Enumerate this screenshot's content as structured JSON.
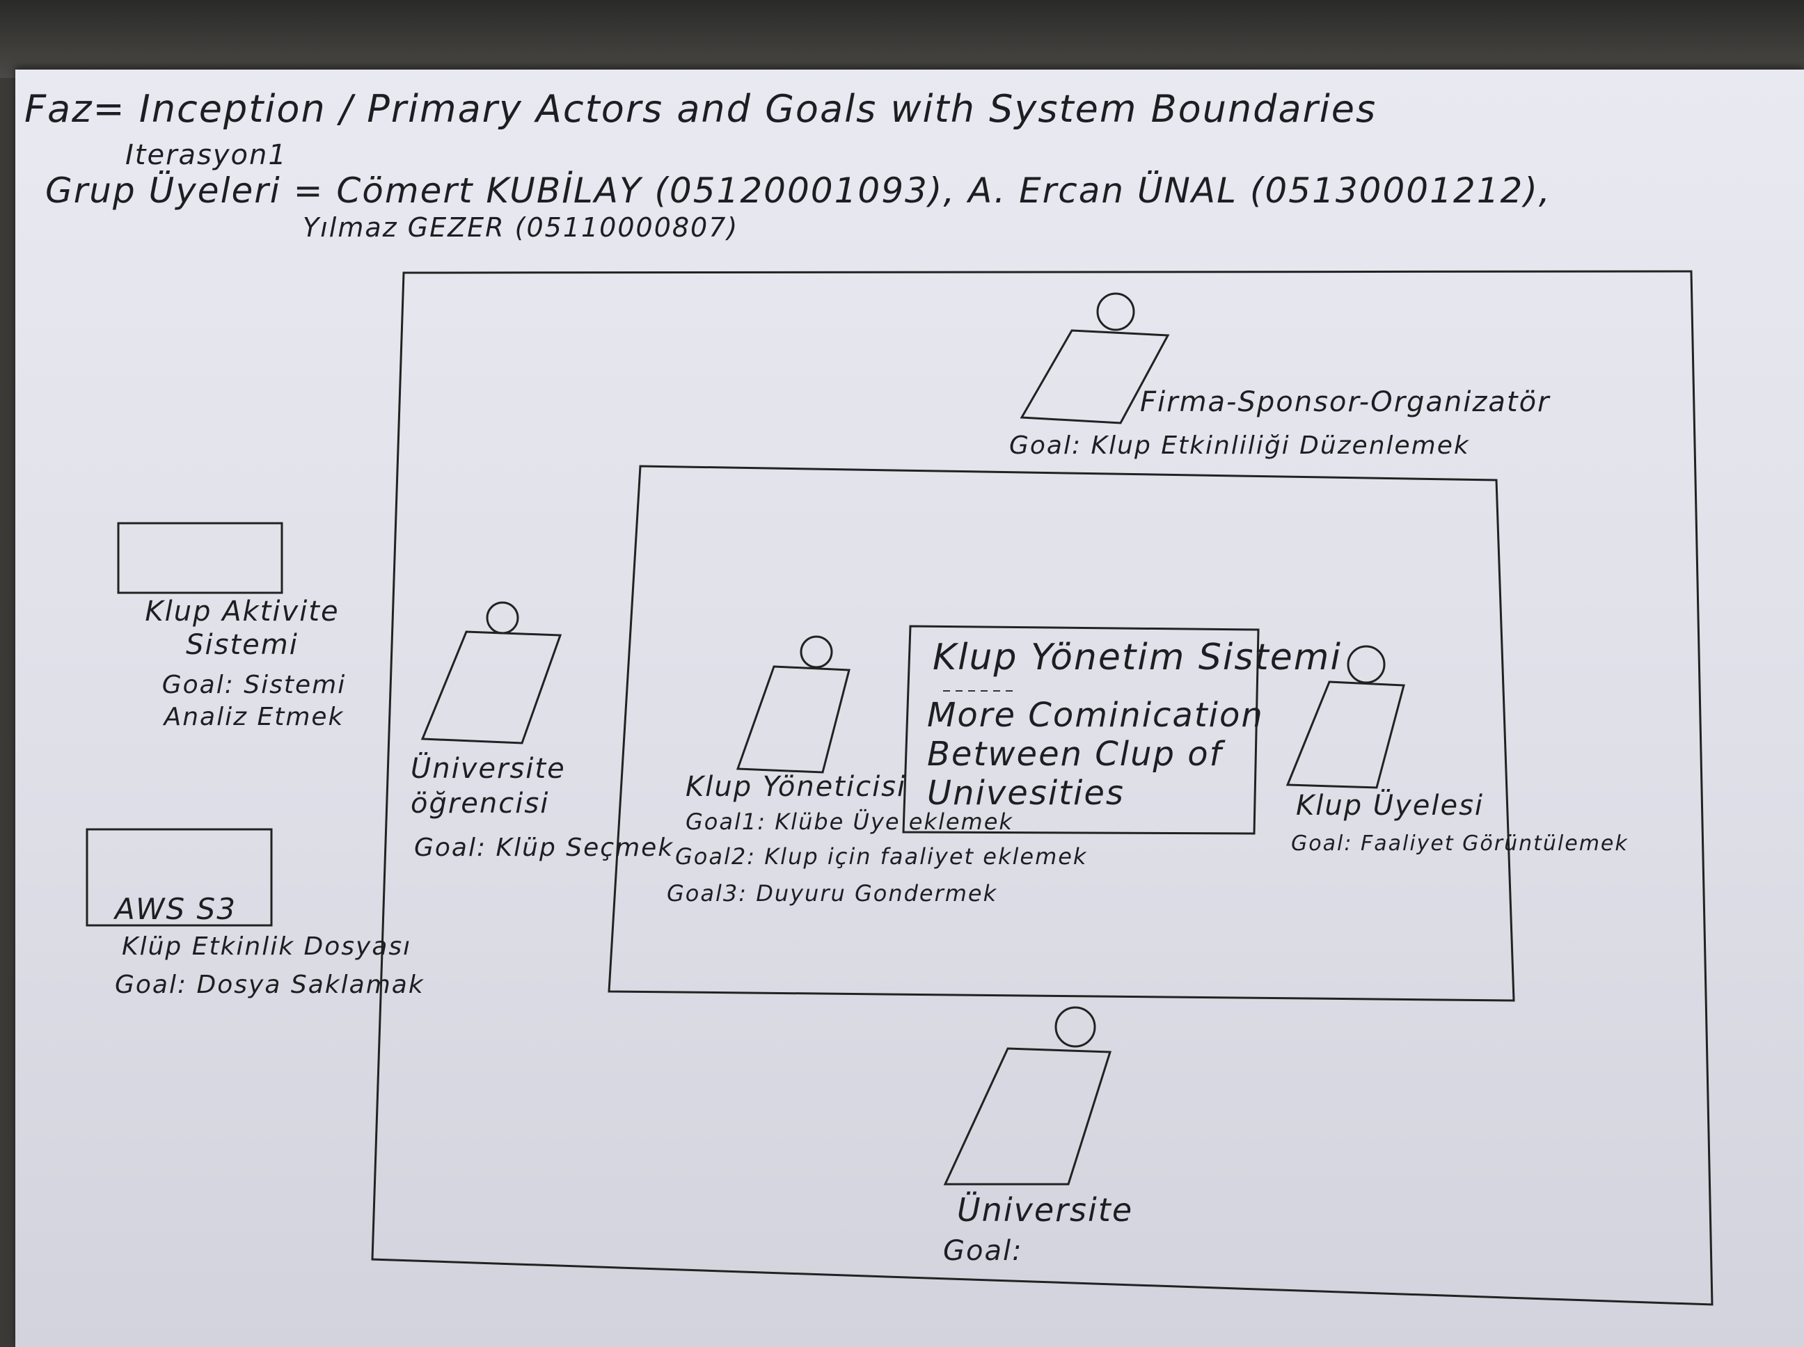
{
  "header": {
    "line1": "Faz= Inception / Primary Actors and Goals with System Boundaries",
    "line2": "Iterasyon1",
    "line3": "Grup Üyeleri = Cömert KUBİLAY (05120001093), A. Ercan ÜNAL (05130001212),",
    "line4": "Yılmaz GEZER   (05110000807)"
  },
  "system": {
    "name": "Klup Yönetim Sistemi",
    "description": "More Cominication\nBetween Clup of\nUnivesities"
  },
  "actors": {
    "sponsor": {
      "name": "Firma-Sponsor-Organizatör",
      "goal": "Goal: Klup Etkinliliği Düzenlemek"
    },
    "student": {
      "name": "Üniversite öğrencisi",
      "goal": "Goal: Klüp Seçmek"
    },
    "manager": {
      "name": "Klup Yöneticisi",
      "goals": [
        "Goal1: Klübe Üye eklemek",
        "Goal2: Klup için faaliyet eklemek",
        "Goal3: Duyuru Gondermek"
      ]
    },
    "member": {
      "name": "Klup Üyelesi",
      "goal": "Goal: Faaliyet Görüntülemek"
    },
    "university": {
      "name": "Üniversite",
      "goal": "Goal:"
    }
  },
  "external_systems": {
    "activity": {
      "name": "Klup Aktivite Sistemi",
      "goal": "Goal: Sistemi Analiz Etmek"
    },
    "s3": {
      "box_label": "AWS S3",
      "name": "Klüp Etkinlik Dosyası",
      "goal": "Goal: Dosya Saklamak"
    }
  }
}
